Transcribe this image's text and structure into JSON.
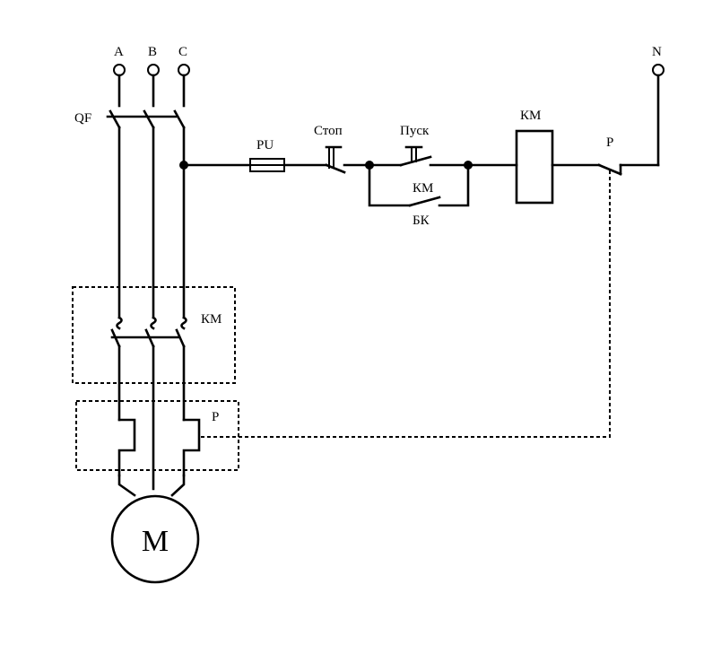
{
  "labels": {
    "phase_a": "A",
    "phase_b": "B",
    "phase_c": "C",
    "neutral": "N",
    "breaker": "QF",
    "fuse": "PU",
    "stop": "Стоп",
    "start": "Пуск",
    "coil": "КМ",
    "relay_control": "Р",
    "aux_contact": "КМ",
    "aux_block": "БК",
    "main_contacts": "КМ",
    "thermal_relay": "Р",
    "motor": "М"
  }
}
